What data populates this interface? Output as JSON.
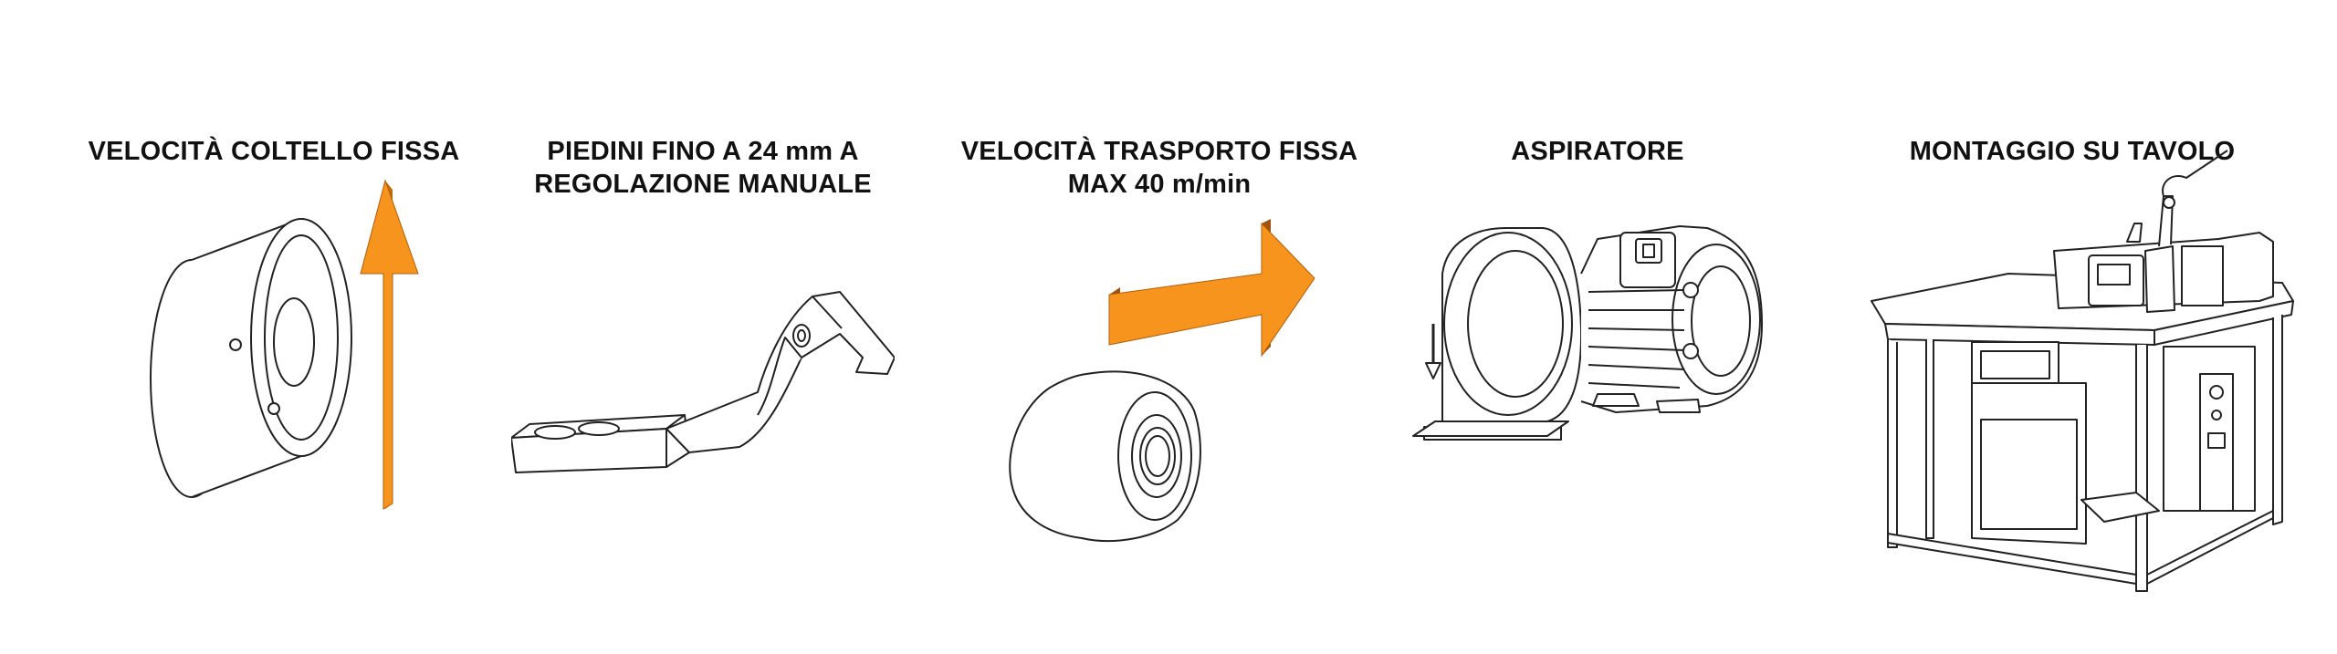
{
  "features": [
    {
      "id": "knife",
      "lines": [
        "VELOCITÀ COLTELLO FISSA"
      ],
      "icon": "knife-wheel-illustration"
    },
    {
      "id": "feet",
      "lines": [
        "PIEDINI FINO A 24 mm A",
        "REGOLAZIONE MANUALE"
      ],
      "icon": "presser-foot-illustration"
    },
    {
      "id": "transport",
      "lines": [
        "VELOCITÀ TRASPORTO FISSA",
        "MAX 40 m/min"
      ],
      "icon": "transport-roller-illustration"
    },
    {
      "id": "aspirator",
      "lines": [
        "ASPIRATORE"
      ],
      "icon": "aspirator-blower-illustration"
    },
    {
      "id": "table",
      "lines": [
        "MONTAGGIO SU TAVOLO"
      ],
      "icon": "table-mounted-machine-illustration"
    }
  ],
  "colors": {
    "arrow_fill": "#F7941D",
    "arrow_side": "#C16A0E",
    "line": "#222222"
  }
}
